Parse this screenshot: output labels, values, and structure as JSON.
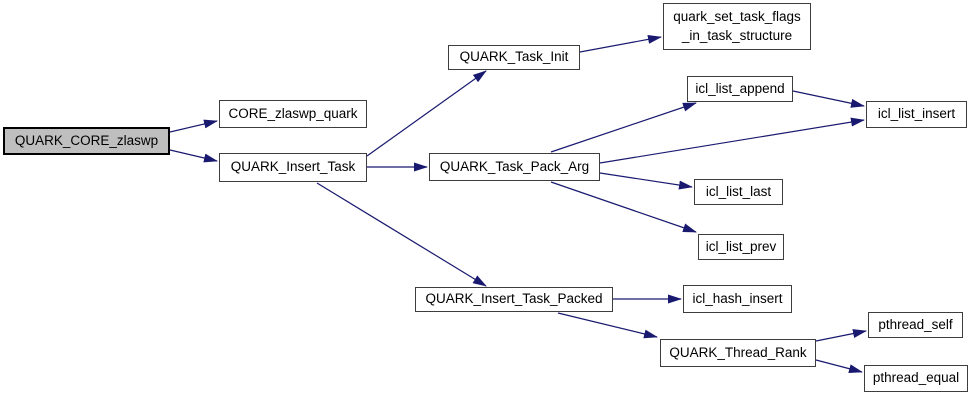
{
  "diagram": {
    "type": "call-graph",
    "root_function": "QUARK_CORE_zlaswp",
    "colors": {
      "edge": "#191970",
      "node_border": "#3d3d3d",
      "node_fill": "#ffffff",
      "root_fill": "#bfbfbf",
      "root_border": "#000000",
      "text": "#000000",
      "background": "#ffffff"
    },
    "nodes": [
      {
        "id": "QUARK_CORE_zlaswp",
        "label": "QUARK_CORE_zlaswp",
        "role": "root"
      },
      {
        "id": "CORE_zlaswp_quark",
        "label": "CORE_zlaswp_quark",
        "role": "callee"
      },
      {
        "id": "QUARK_Insert_Task",
        "label": "QUARK_Insert_Task",
        "role": "callee"
      },
      {
        "id": "QUARK_Task_Init",
        "label": "QUARK_Task_Init",
        "role": "callee"
      },
      {
        "id": "quark_set_task_flags_in_task_structure",
        "label": "quark_set_task_flags\n_in_task_structure",
        "role": "callee"
      },
      {
        "id": "icl_list_append",
        "label": "icl_list_append",
        "role": "callee"
      },
      {
        "id": "icl_list_insert",
        "label": "icl_list_insert",
        "role": "callee"
      },
      {
        "id": "QUARK_Task_Pack_Arg",
        "label": "QUARK_Task_Pack_Arg",
        "role": "callee"
      },
      {
        "id": "icl_list_last",
        "label": "icl_list_last",
        "role": "callee"
      },
      {
        "id": "icl_list_prev",
        "label": "icl_list_prev",
        "role": "callee"
      },
      {
        "id": "QUARK_Insert_Task_Packed",
        "label": "QUARK_Insert_Task_Packed",
        "role": "callee"
      },
      {
        "id": "icl_hash_insert",
        "label": "icl_hash_insert",
        "role": "callee"
      },
      {
        "id": "QUARK_Thread_Rank",
        "label": "QUARK_Thread_Rank",
        "role": "callee"
      },
      {
        "id": "pthread_self",
        "label": "pthread_self",
        "role": "callee"
      },
      {
        "id": "pthread_equal",
        "label": "pthread_equal",
        "role": "callee"
      }
    ],
    "edges": [
      {
        "from": "QUARK_CORE_zlaswp",
        "to": "CORE_zlaswp_quark"
      },
      {
        "from": "QUARK_CORE_zlaswp",
        "to": "QUARK_Insert_Task"
      },
      {
        "from": "QUARK_Insert_Task",
        "to": "QUARK_Task_Init"
      },
      {
        "from": "QUARK_Insert_Task",
        "to": "QUARK_Task_Pack_Arg"
      },
      {
        "from": "QUARK_Insert_Task",
        "to": "QUARK_Insert_Task_Packed"
      },
      {
        "from": "QUARK_Task_Init",
        "to": "quark_set_task_flags_in_task_structure"
      },
      {
        "from": "QUARK_Task_Pack_Arg",
        "to": "icl_list_append"
      },
      {
        "from": "QUARK_Task_Pack_Arg",
        "to": "icl_list_insert"
      },
      {
        "from": "QUARK_Task_Pack_Arg",
        "to": "icl_list_last"
      },
      {
        "from": "QUARK_Task_Pack_Arg",
        "to": "icl_list_prev"
      },
      {
        "from": "icl_list_append",
        "to": "icl_list_insert"
      },
      {
        "from": "QUARK_Insert_Task_Packed",
        "to": "icl_hash_insert"
      },
      {
        "from": "QUARK_Insert_Task_Packed",
        "to": "QUARK_Thread_Rank"
      },
      {
        "from": "QUARK_Thread_Rank",
        "to": "pthread_self"
      },
      {
        "from": "QUARK_Thread_Rank",
        "to": "pthread_equal"
      }
    ]
  }
}
